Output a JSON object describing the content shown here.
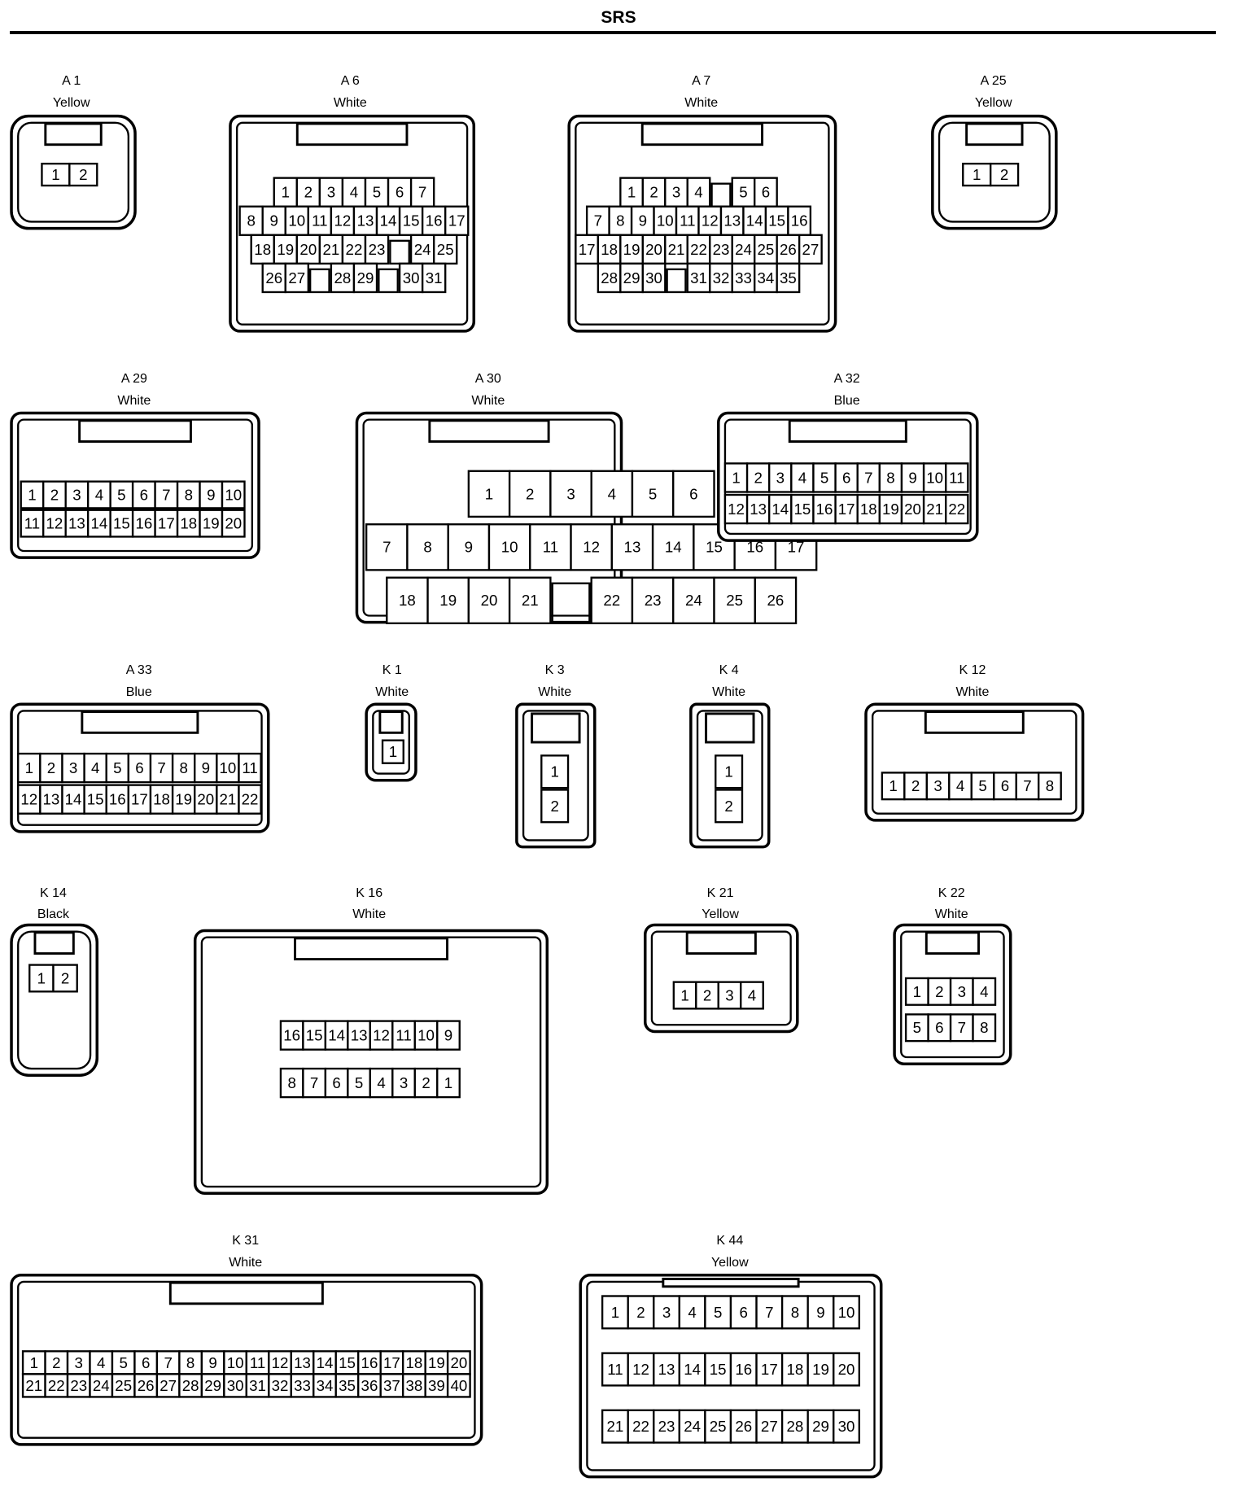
{
  "title": "SRS",
  "connectors": [
    {
      "id": "A 1",
      "color": "Yellow",
      "rows": [
        {
          "pins": [
            1,
            2
          ]
        }
      ]
    },
    {
      "id": "A 6",
      "color": "White",
      "rows": [
        {
          "pins": [
            1,
            2,
            3,
            4,
            5,
            6,
            7
          ]
        },
        {
          "pins": [
            8,
            9,
            10,
            11,
            12,
            13,
            14,
            15,
            16,
            17
          ]
        },
        {
          "pins": [
            18,
            19,
            20,
            21,
            22,
            23,
            null,
            24,
            25
          ]
        },
        {
          "pins": [
            26,
            27,
            null,
            28,
            29,
            null,
            30,
            31
          ]
        }
      ]
    },
    {
      "id": "A 7",
      "color": "White",
      "rows": [
        {
          "pins": [
            1,
            2,
            3,
            4,
            null,
            5,
            6
          ]
        },
        {
          "pins": [
            7,
            8,
            9,
            10,
            11,
            12,
            13,
            14,
            15,
            16
          ]
        },
        {
          "pins": [
            17,
            18,
            19,
            20,
            21,
            22,
            23,
            24,
            25,
            26,
            27
          ]
        },
        {
          "pins": [
            28,
            29,
            30,
            null,
            31,
            32,
            33,
            34,
            35
          ]
        }
      ]
    },
    {
      "id": "A 25",
      "color": "Yellow",
      "rows": [
        {
          "pins": [
            1,
            2
          ]
        }
      ]
    },
    {
      "id": "A 29",
      "color": "White",
      "rows": [
        {
          "pins": [
            1,
            2,
            3,
            4,
            5,
            6,
            7,
            8,
            9,
            10
          ]
        },
        {
          "pins": [
            11,
            12,
            13,
            14,
            15,
            16,
            17,
            18,
            19,
            20
          ]
        }
      ]
    },
    {
      "id": "A 30",
      "color": "White",
      "rows": [
        {
          "pins": [
            1,
            2,
            3,
            4,
            5,
            6
          ]
        },
        {
          "pins": [
            7,
            8,
            9,
            10,
            11,
            12,
            13,
            14,
            15,
            16,
            17
          ]
        },
        {
          "pins": [
            18,
            19,
            20,
            21,
            null,
            22,
            23,
            24,
            25,
            26
          ]
        }
      ]
    },
    {
      "id": "A 32",
      "color": "Blue",
      "rows": [
        {
          "pins": [
            1,
            2,
            3,
            4,
            5,
            6,
            7,
            8,
            9,
            10,
            11
          ]
        },
        {
          "pins": [
            12,
            13,
            14,
            15,
            16,
            17,
            18,
            19,
            20,
            21,
            22
          ]
        }
      ]
    },
    {
      "id": "A 33",
      "color": "Blue",
      "rows": [
        {
          "pins": [
            1,
            2,
            3,
            4,
            5,
            6,
            7,
            8,
            9,
            10,
            11
          ]
        },
        {
          "pins": [
            12,
            13,
            14,
            15,
            16,
            17,
            18,
            19,
            20,
            21,
            22
          ]
        }
      ]
    },
    {
      "id": "K 1",
      "color": "White",
      "rows": [
        {
          "pins": [
            1
          ]
        }
      ]
    },
    {
      "id": "K 3",
      "color": "White",
      "rows": [
        {
          "pins": [
            1
          ]
        },
        {
          "pins": [
            2
          ]
        }
      ]
    },
    {
      "id": "K 4",
      "color": "White",
      "rows": [
        {
          "pins": [
            1
          ]
        },
        {
          "pins": [
            2
          ]
        }
      ]
    },
    {
      "id": "K 12",
      "color": "White",
      "rows": [
        {
          "pins": [
            1,
            2,
            3,
            4,
            5,
            6,
            7,
            8
          ]
        }
      ]
    },
    {
      "id": "K 14",
      "color": "Black",
      "rows": [
        {
          "pins": [
            1,
            2
          ]
        }
      ]
    },
    {
      "id": "K 16",
      "color": "White",
      "rows": [
        {
          "pins": [
            16,
            15,
            14,
            13,
            12,
            11,
            10,
            9
          ]
        },
        {
          "pins": [
            8,
            7,
            6,
            5,
            4,
            3,
            2,
            1
          ]
        }
      ]
    },
    {
      "id": "K 21",
      "color": "Yellow",
      "rows": [
        {
          "pins": [
            1,
            2,
            3,
            4
          ]
        }
      ]
    },
    {
      "id": "K 22",
      "color": "White",
      "rows": [
        {
          "pins": [
            1,
            2,
            3,
            4
          ]
        },
        {
          "pins": [
            5,
            6,
            7,
            8
          ]
        }
      ]
    },
    {
      "id": "K 31",
      "color": "White",
      "rows": [
        {
          "pins": [
            1,
            2,
            3,
            4,
            5,
            6,
            7,
            8,
            9,
            10,
            11,
            12,
            13,
            14,
            15,
            16,
            17,
            18,
            19,
            20
          ]
        },
        {
          "pins": [
            21,
            22,
            23,
            24,
            25,
            26,
            27,
            28,
            29,
            30,
            31,
            32,
            33,
            34,
            35,
            36,
            37,
            38,
            39,
            40
          ]
        }
      ]
    },
    {
      "id": "K 44",
      "color": "Yellow",
      "rows": [
        {
          "pins": [
            1,
            2,
            3,
            4,
            5,
            6,
            7,
            8,
            9,
            10
          ]
        },
        {
          "pins": [
            11,
            12,
            13,
            14,
            15,
            16,
            17,
            18,
            19,
            20
          ]
        },
        {
          "pins": [
            21,
            22,
            23,
            24,
            25,
            26,
            27,
            28,
            29,
            30
          ]
        }
      ]
    }
  ]
}
